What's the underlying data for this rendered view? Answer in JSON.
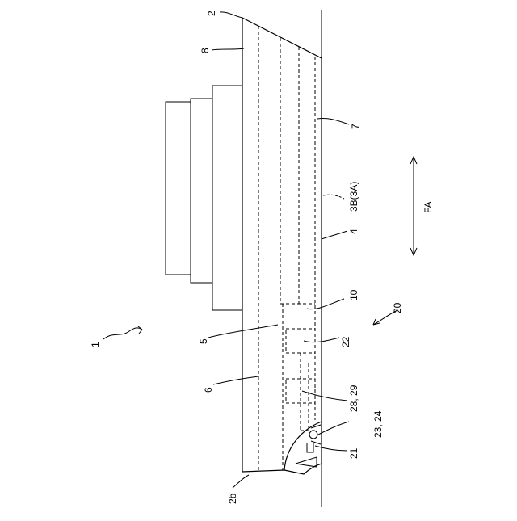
{
  "labels": {
    "ref_2": "2",
    "ref_8": "8",
    "ref_7": "7",
    "ref_3b": "3B(3A)",
    "ref_fa": "FA",
    "ref_4": "4",
    "ref_10": "10",
    "ref_20": "20",
    "ref_1": "1",
    "ref_5": "5",
    "ref_22": "22",
    "ref_6": "6",
    "ref_28_29": "28, 29",
    "ref_23_24": "23, 24",
    "ref_21": "21",
    "ref_2b": "2b"
  },
  "colors": {
    "line": "#000000",
    "background": "#ffffff"
  }
}
